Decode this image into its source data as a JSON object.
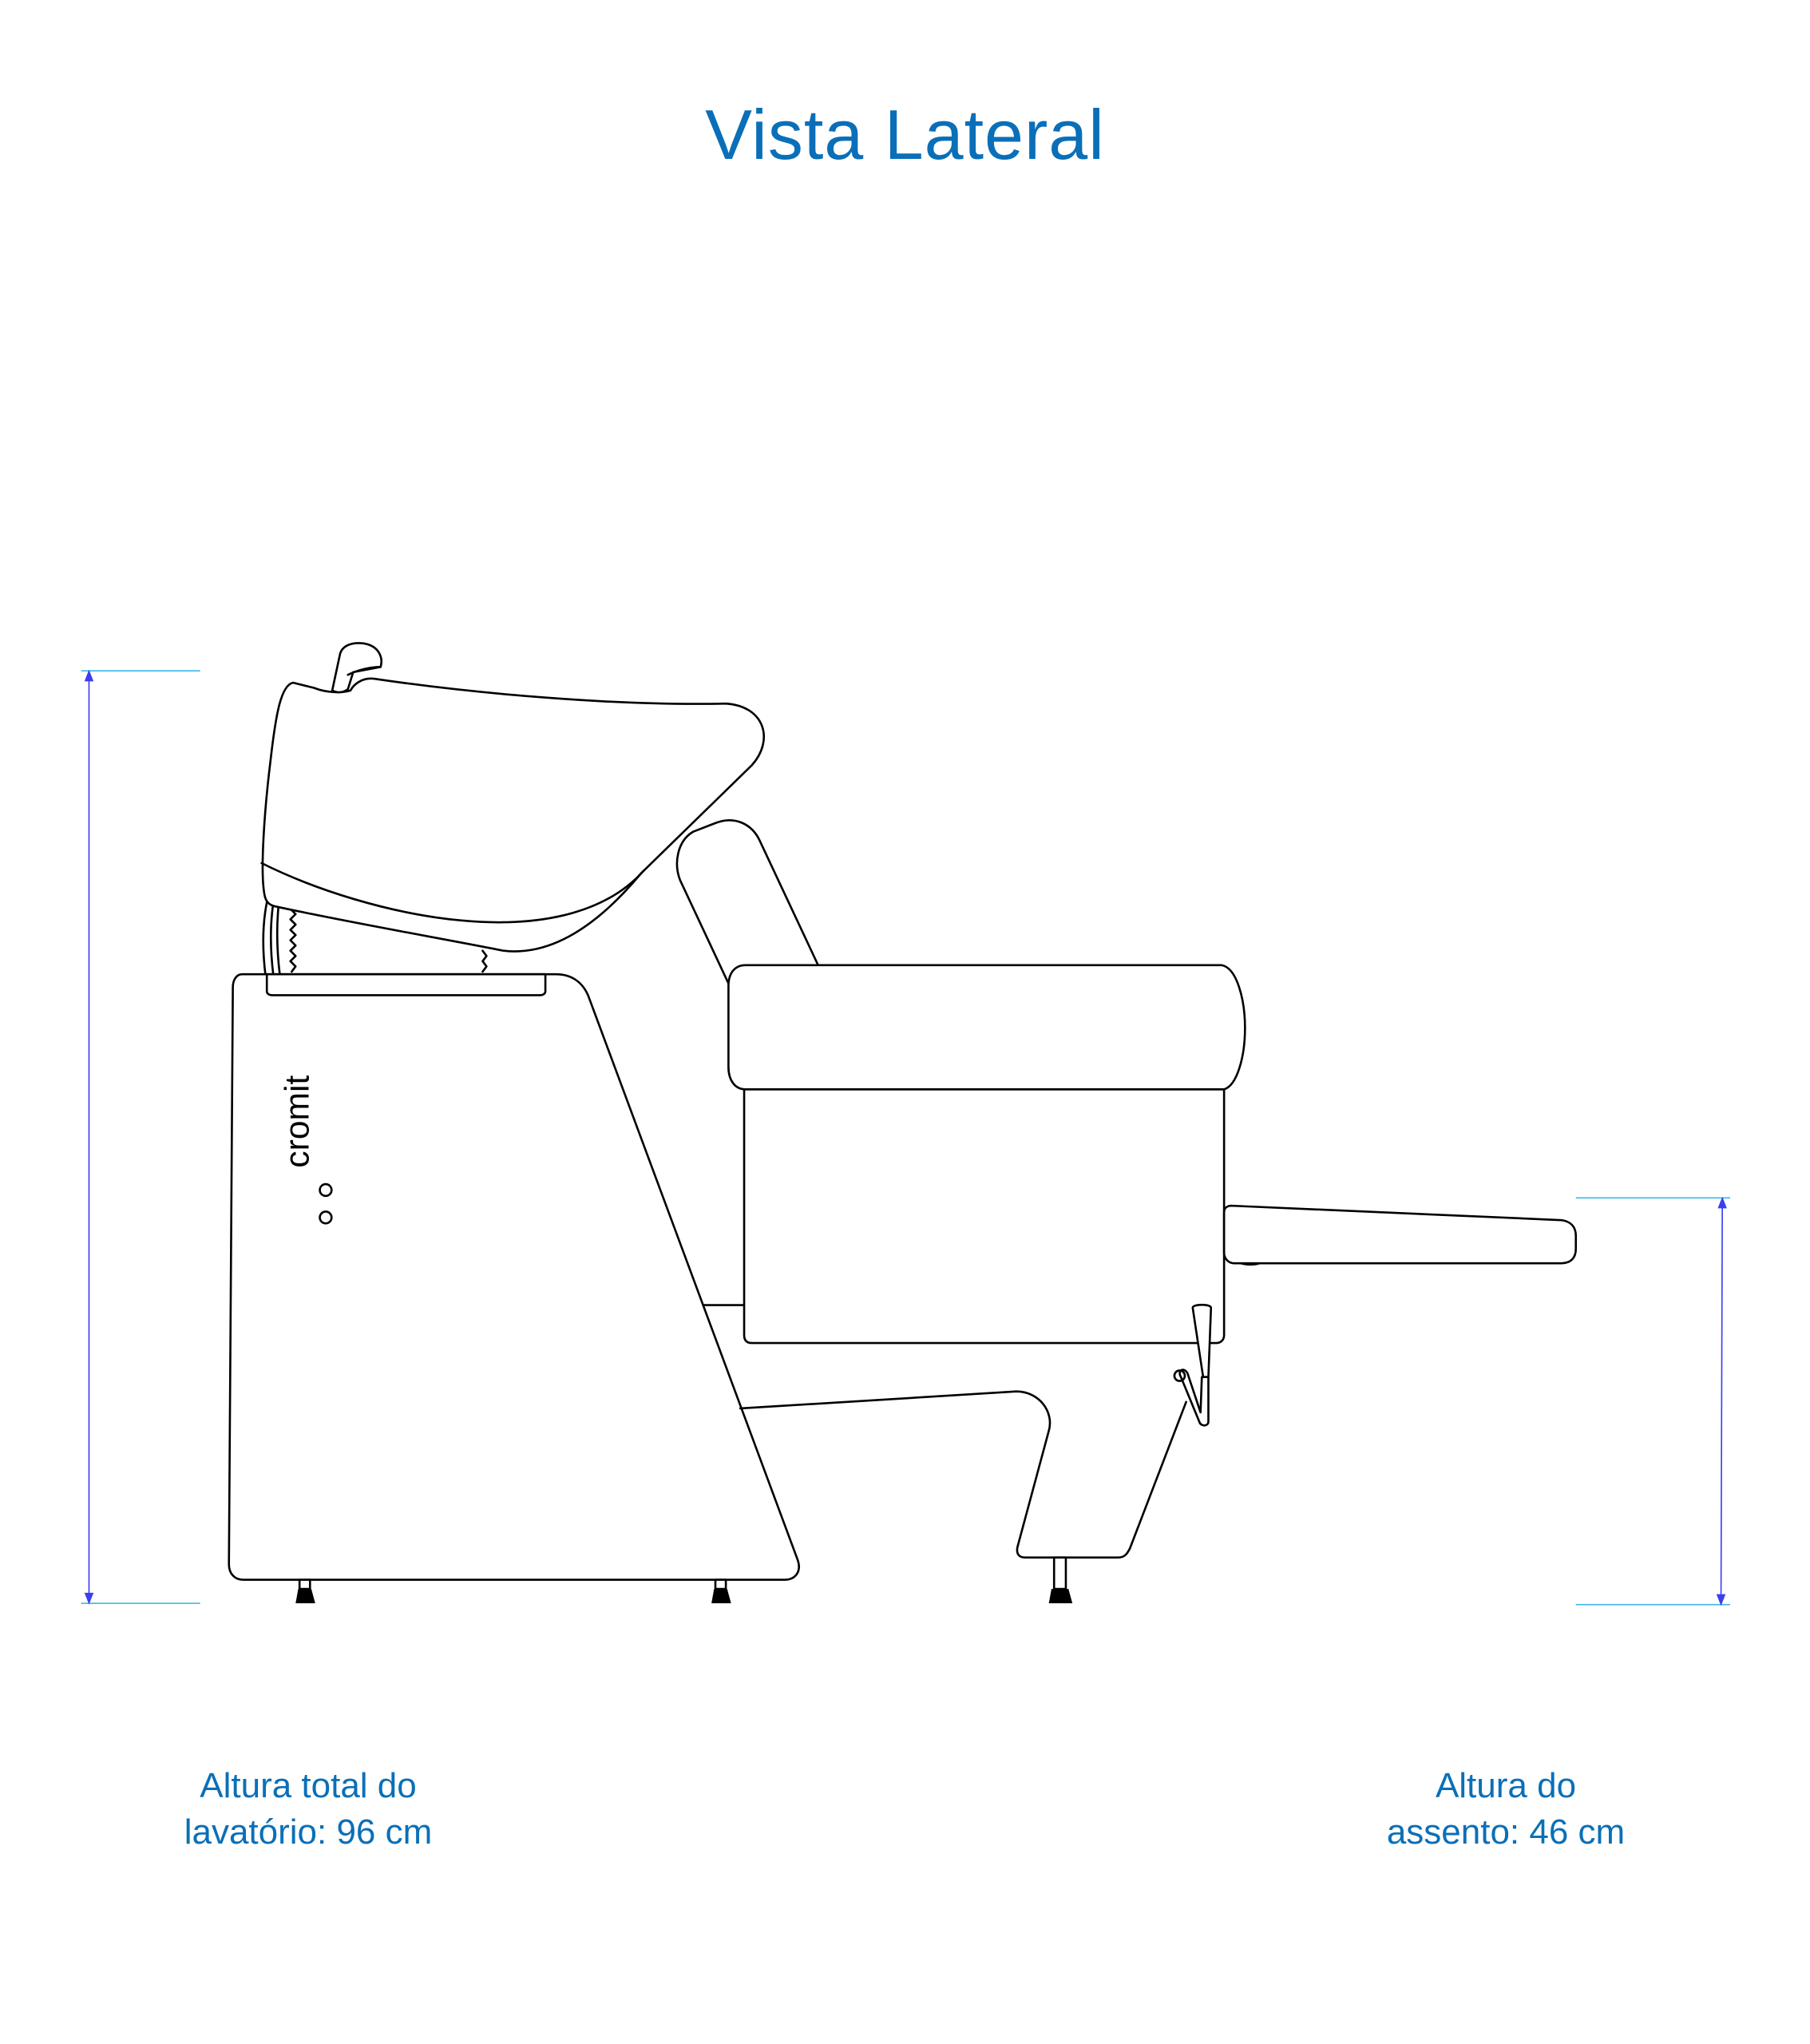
{
  "title": "Vista Lateral",
  "brand_logo": "cromit",
  "dimensions": {
    "total_height": {
      "line1": "Altura total do",
      "line2": "lavatório: 96 cm",
      "value_cm": 96
    },
    "seat_height": {
      "line1": "Altura do",
      "line2": "assento: 46 cm",
      "value_cm": 46
    }
  },
  "colors": {
    "text": "#0a6fb8",
    "dimension_line": "#3b3ff0",
    "extension_line": "#3fb5e8"
  }
}
